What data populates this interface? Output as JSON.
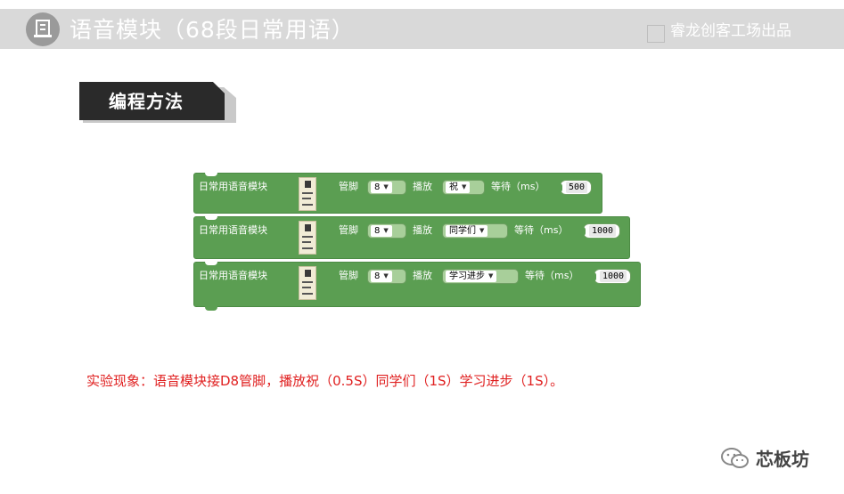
{
  "header": {
    "title": "语音模块（68段日常用语）",
    "brand": "睿龙创客工场出品",
    "icon": "document-icon"
  },
  "section": {
    "label": "编程方法"
  },
  "blocks": [
    {
      "name": "日常用语音模块",
      "pin_label": "管脚",
      "pin": "8",
      "play_label": "播放",
      "phrase": "祝",
      "wait_label": "等待（ms）",
      "wait": "500"
    },
    {
      "name": "日常用语音模块",
      "pin_label": "管脚",
      "pin": "8",
      "play_label": "播放",
      "phrase": "同学们",
      "wait_label": "等待（ms）",
      "wait": "1000"
    },
    {
      "name": "日常用语音模块",
      "pin_label": "管脚",
      "pin": "8",
      "play_label": "播放",
      "phrase": "学习进步",
      "wait_label": "等待（ms）",
      "wait": "1000"
    }
  ],
  "observation": "实验现象：语音模块接D8管脚，播放祝（0.5S）同学们（1S）学习进步（1S）。",
  "watermark": {
    "text": "芯板坊",
    "icon": "wechat-icon"
  },
  "colors": {
    "block_green": "#5b9e52",
    "observation_red": "#e02020",
    "titlebar_gray": "#d9d9d9"
  }
}
